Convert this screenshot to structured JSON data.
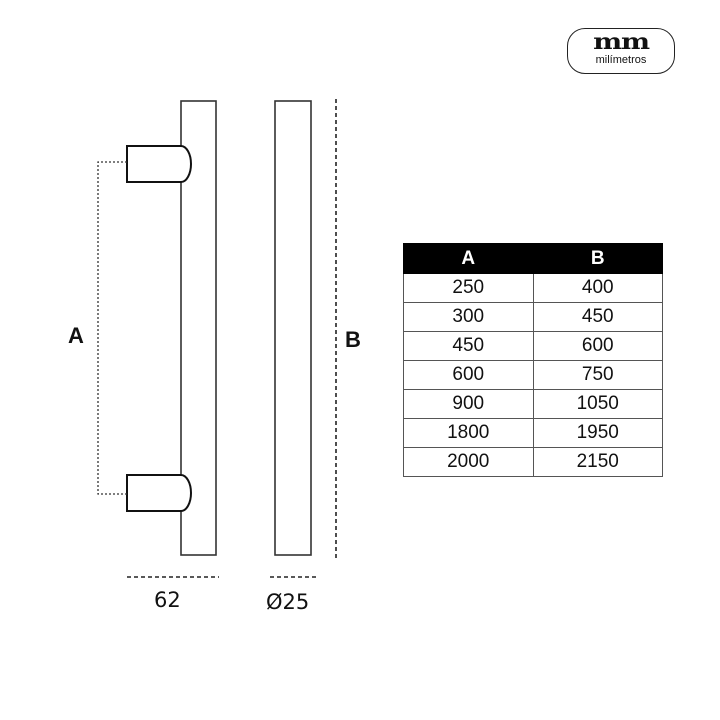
{
  "logo": {
    "mark": "mm",
    "subtitle": "milímetros"
  },
  "labels": {
    "a": "A",
    "b": "B",
    "width": "62",
    "diameter": "Ø25"
  },
  "table": {
    "headers": [
      "A",
      "B"
    ],
    "rows": [
      [
        "250",
        "400"
      ],
      [
        "300",
        "450"
      ],
      [
        "450",
        "600"
      ],
      [
        "600",
        "750"
      ],
      [
        "900",
        "1050"
      ],
      [
        "1800",
        "1950"
      ],
      [
        "2000",
        "2150"
      ]
    ]
  }
}
